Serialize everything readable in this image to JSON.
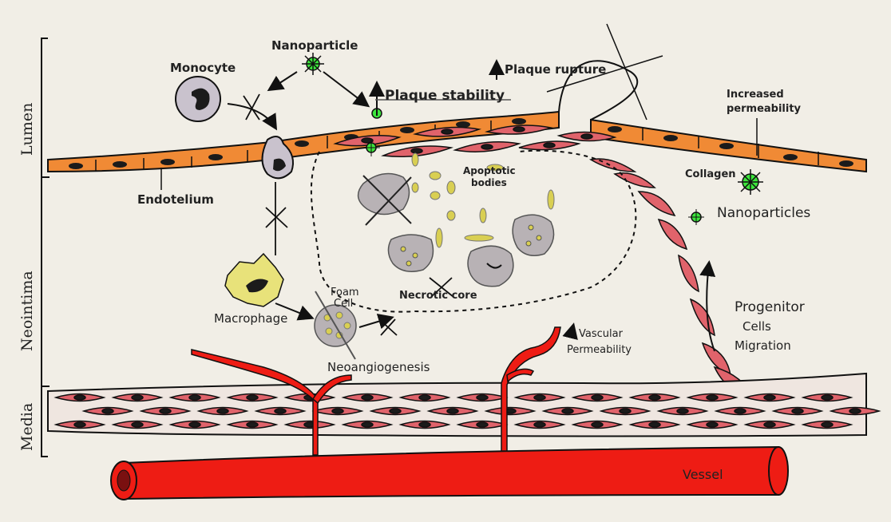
{
  "labels": {
    "lumen": "Lumen",
    "neointima": "Neointima",
    "media": "Media",
    "nanoparticle": "Nanoparticle",
    "monocyte": "Monocyte",
    "plaque_stability": "Plaque stability",
    "plaque_rupture": "Plaque rupture",
    "increased_permeability_line1": "Increased",
    "increased_permeability_line2": "permeability",
    "endotelium": "Endotelium",
    "apoptotic_line1": "Apoptotic",
    "apoptotic_line2": "bodies",
    "collagen": "Collagen",
    "nanoparticles": "Nanoparticles",
    "foam_line1": "Foam",
    "foam_line2": "Cell",
    "necrotic_core": "Necrotic core",
    "macrophage": "Macrophage",
    "neoangiogenesis": "Neoangiogenesis",
    "vascular_line1": "Vascular",
    "vascular_line2": "Permeability",
    "progenitor_line1": "Progenitor",
    "progenitor_line2": "Cells",
    "progenitor_line3": "Migration",
    "vessel": "Vessel"
  },
  "colors": {
    "endothelium": "#f08a35",
    "smc": "#e0636b",
    "vessel": "#ee1c14",
    "nanoparticle": "#3ce63c",
    "macrophage": "#e8e27a",
    "debris": "#d9cf52",
    "cell_gray": "#b8b2b5",
    "paper": "#f1eee6"
  }
}
